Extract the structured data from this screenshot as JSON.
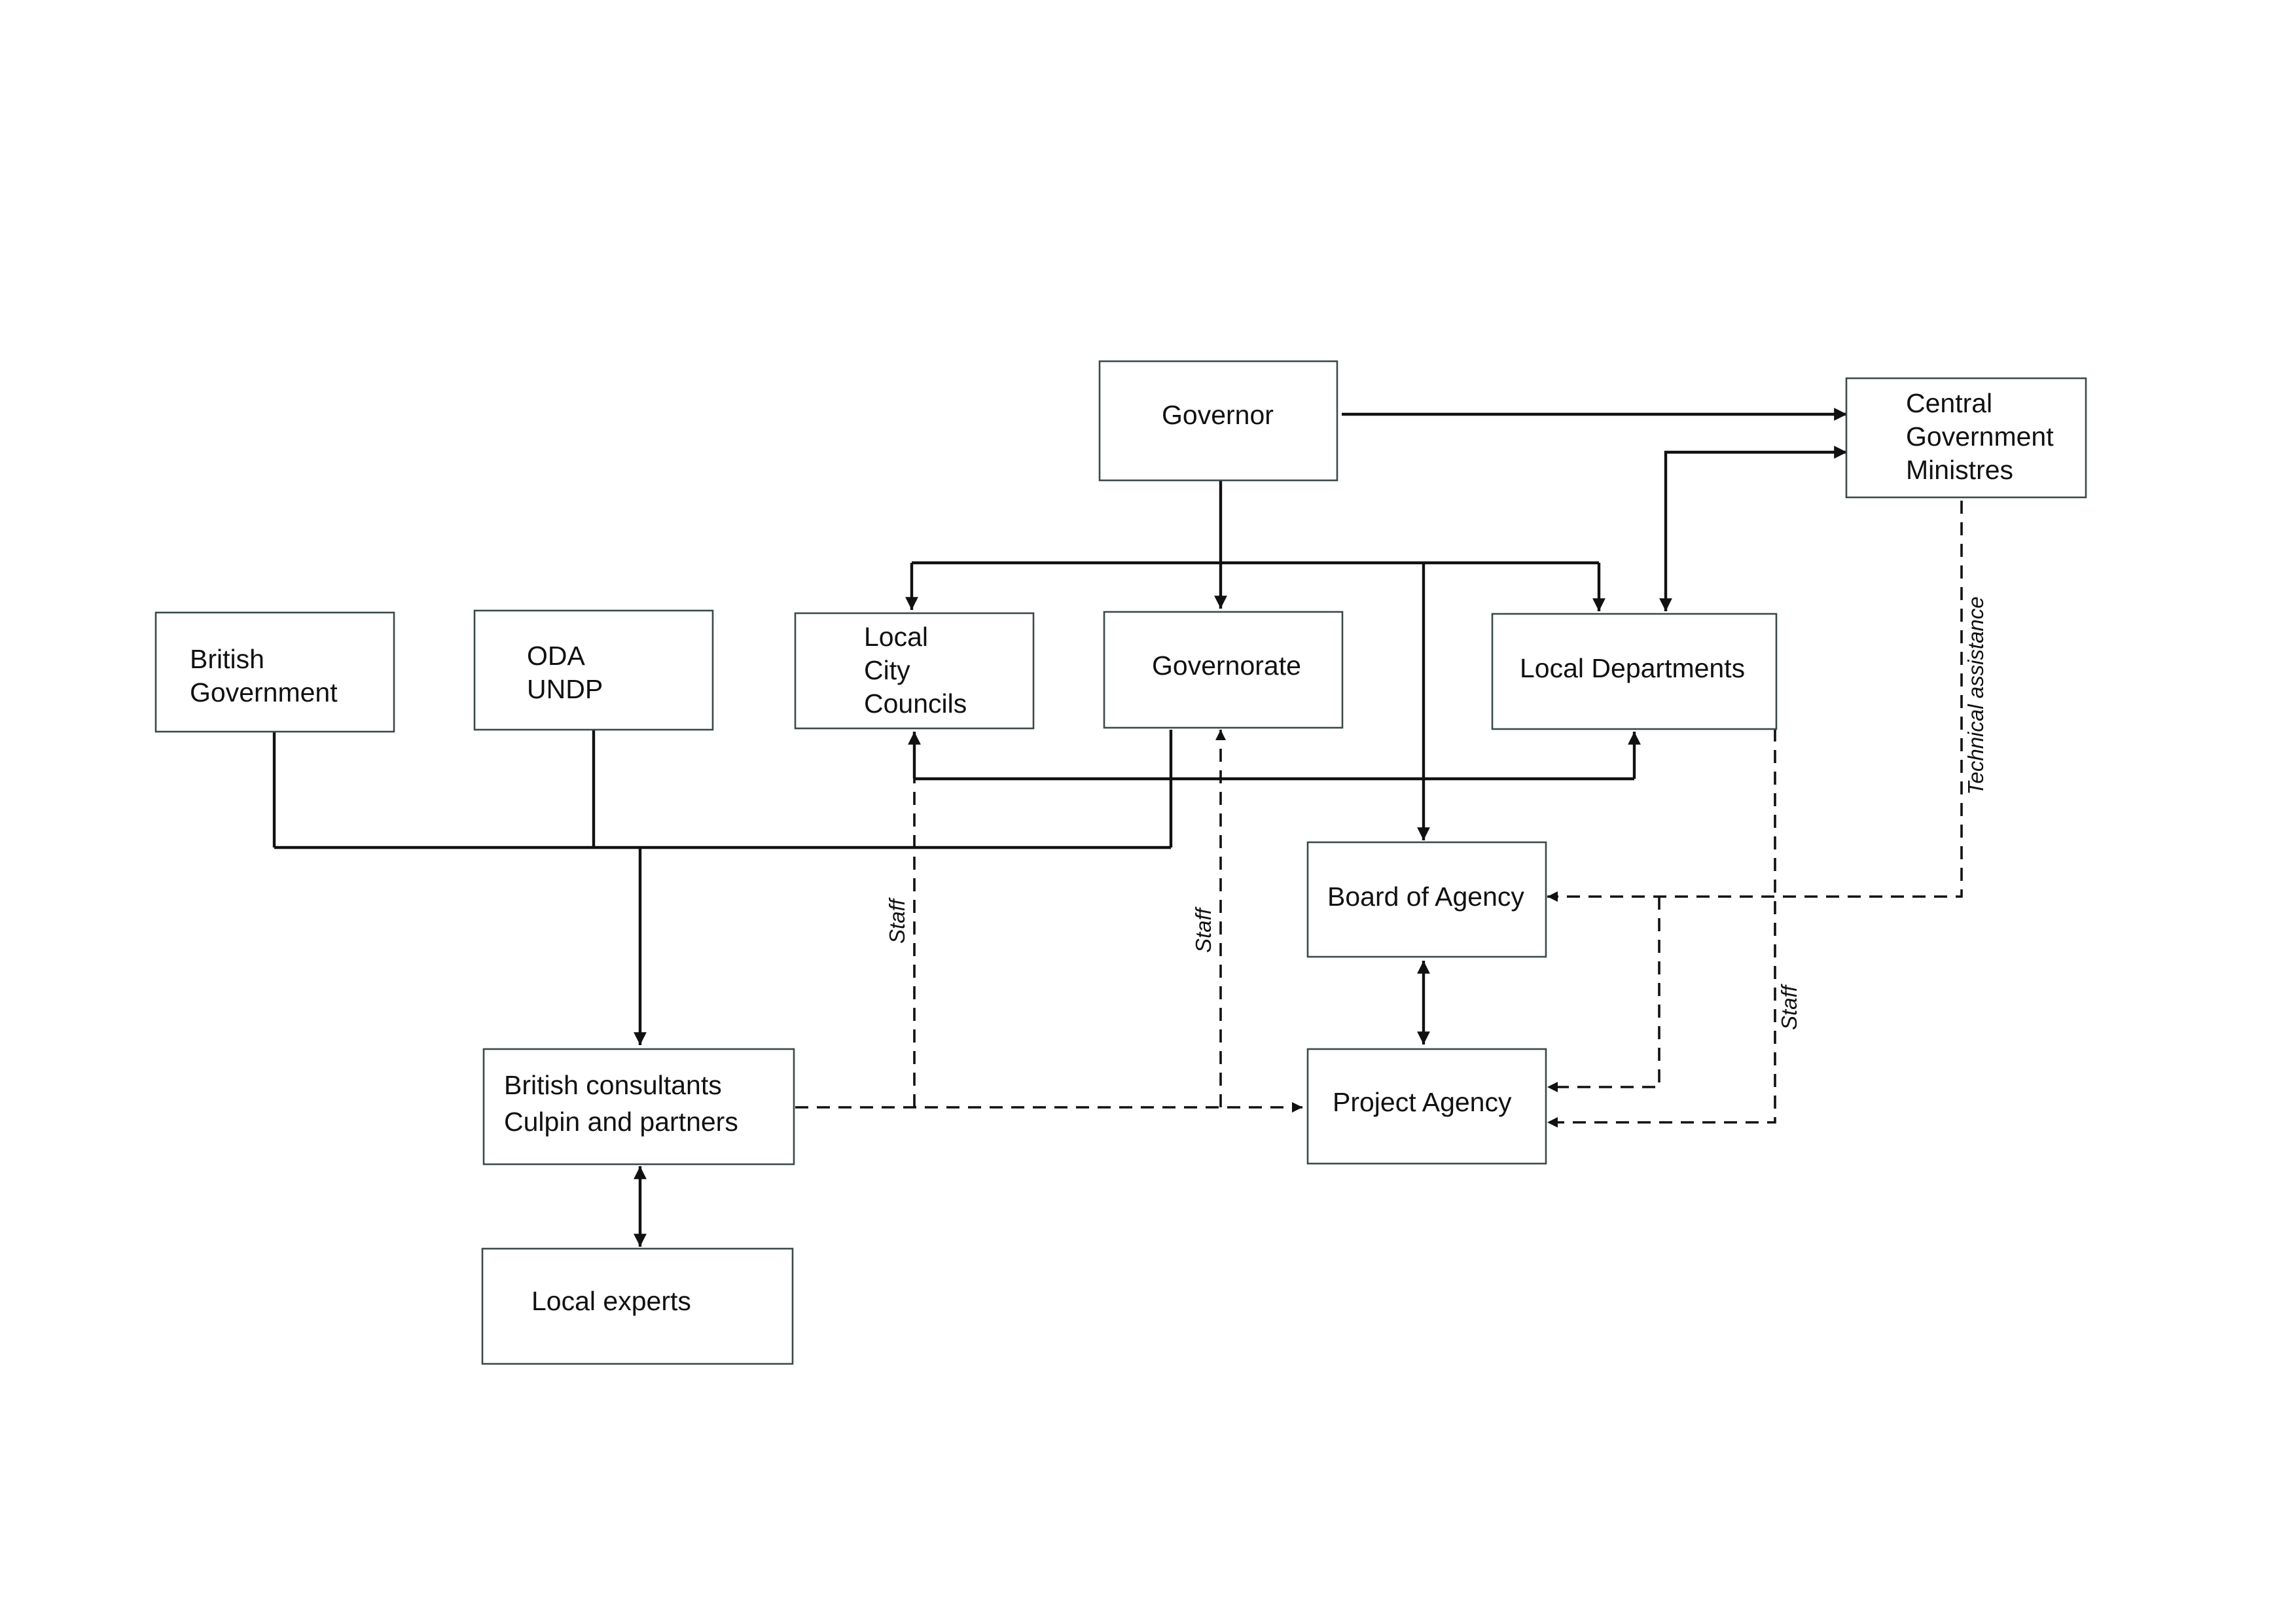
{
  "nodes": {
    "governor": {
      "lines": [
        "Governor"
      ]
    },
    "central_government_ministres": {
      "lines": [
        "Central",
        "Government",
        "Ministres"
      ]
    },
    "british_government": {
      "lines": [
        "British",
        "Government"
      ]
    },
    "oda_undp": {
      "lines": [
        "ODA",
        "UNDP"
      ]
    },
    "local_city_councils": {
      "lines": [
        "Local",
        "City",
        "Councils"
      ]
    },
    "governorate": {
      "lines": [
        "Governorate"
      ]
    },
    "local_departments": {
      "lines": [
        "Local Departments"
      ]
    },
    "board_of_agency": {
      "lines": [
        "Board of Agency"
      ]
    },
    "british_consultants": {
      "lines": [
        "British consultants",
        "Culpin and partners"
      ]
    },
    "project_agency": {
      "lines": [
        "Project Agency"
      ]
    },
    "local_experts": {
      "lines": [
        "Local experts"
      ]
    }
  },
  "edge_labels": {
    "staff_city_councils": "Staff",
    "staff_governorate": "Staff",
    "staff_local_departments": "Staff",
    "technical_assistance": "Technical assistance"
  }
}
